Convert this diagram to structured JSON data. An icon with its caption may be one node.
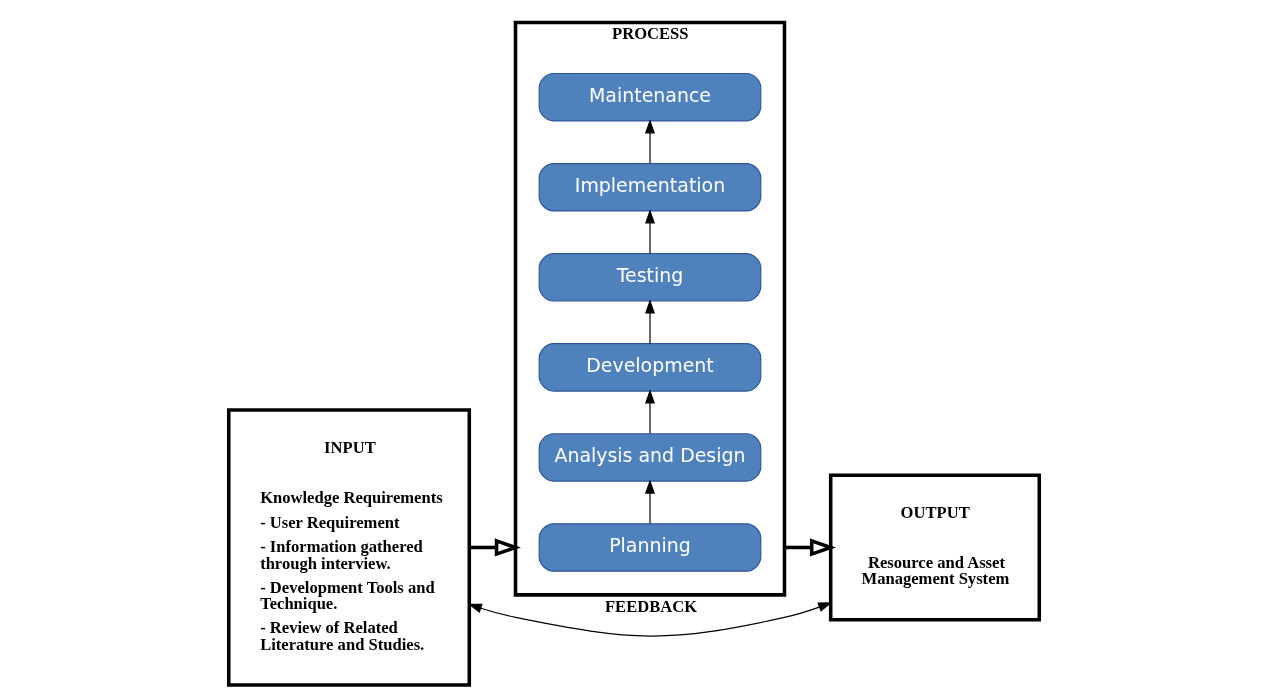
{
  "diagram": {
    "nodes": [
      {
        "text": [
          "INPUT",
          "Knowledge Requirements",
          "- User Requirement",
          "- Information gathered through interview.",
          "- Development Tools and Technique.",
          "- Review of Related Literature and Studies."
        ]
      },
      {
        "text": [
          "PROCESS"
        ]
      },
      {
        "text": [
          "Planning"
        ],
        "in": 1
      },
      {
        "text": [
          "Analysis and Design"
        ],
        "in": 1
      },
      {
        "text": [
          "Development"
        ],
        "in": 1
      },
      {
        "text": [
          "Testing"
        ],
        "in": 1
      },
      {
        "text": [
          "Implementation"
        ],
        "in": 1
      },
      {
        "text": [
          "Maintenance"
        ],
        "in": 1
      },
      {
        "text": [
          "OUTPUT",
          "Resource and Asset Management System"
        ]
      }
    ],
    "edges": [
      {
        "from": 0,
        "to": 1,
        "arrow": "to",
        "style": "thick"
      },
      {
        "from": 1,
        "to": 8,
        "arrow": "to",
        "style": "thick"
      },
      {
        "from": 2,
        "to": 3,
        "arrow": "to"
      },
      {
        "from": 3,
        "to": 4,
        "arrow": "to"
      },
      {
        "from": 4,
        "to": 5,
        "arrow": "to"
      },
      {
        "from": 5,
        "to": 6,
        "arrow": "to"
      },
      {
        "from": 6,
        "to": 7,
        "arrow": "to"
      },
      {
        "from": 8,
        "to": 0,
        "arrow": "both",
        "label": "FEEDBACK"
      }
    ]
  }
}
